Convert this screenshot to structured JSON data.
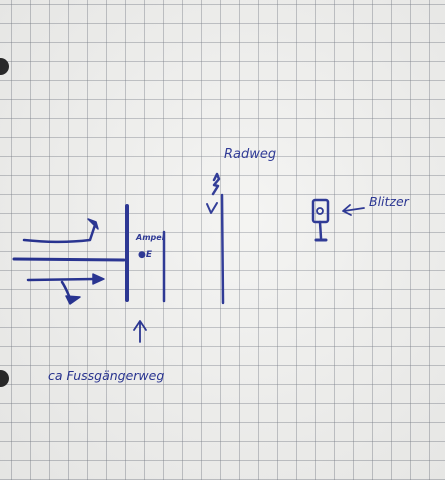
{
  "colors": {
    "paper": "#f3f3f1",
    "grid": "#8a8e98",
    "ink": "#1f2b8f",
    "hole": "#262626"
  },
  "labels": {
    "radweg": "Radweg",
    "blitzer": "Blitzer",
    "ampel": "Ampel",
    "ampel_mark": "●E",
    "fussgaengerweg": "ca Fussgängerweg"
  },
  "icons": {
    "camera": "speed-camera-icon",
    "up_arrow": "arrow-up-icon",
    "left_arrow": "arrow-left-icon"
  }
}
